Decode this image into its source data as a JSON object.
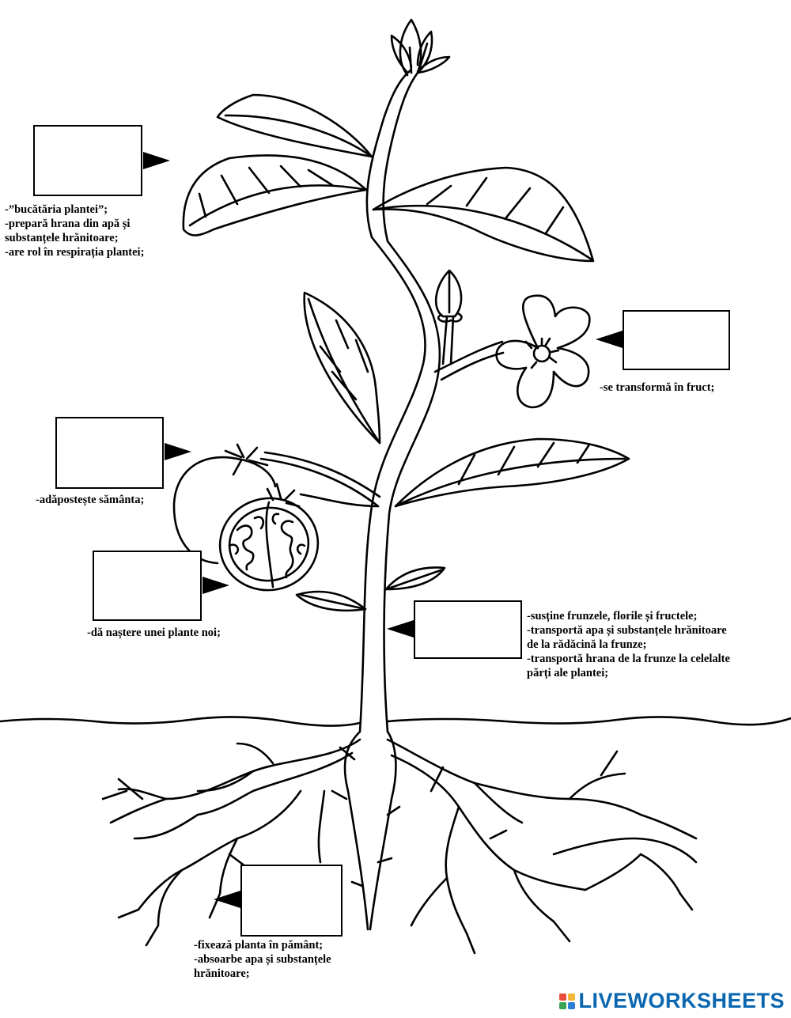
{
  "labels": {
    "leaf": [
      "-”bucătăria plantei”;",
      "-prepară hrana din apă și",
      "substanțele hrănitoare;",
      "-are rol în respirația plantei;"
    ],
    "flower": [
      "-se transformă în fruct;"
    ],
    "fruit": [
      "-adăpostește sământa;"
    ],
    "seed": [
      "-dă naștere unei plante noi;"
    ],
    "stem": [
      "-susține frunzele, florile și fructele;",
      "-transportă apa și substanțele hrănitoare",
      "de la rădăcină la frunze;",
      "-transportă hrana de la frunze la celelalte",
      "părți ale plantei;"
    ],
    "root": [
      "-fixează planta în pământ;",
      "-absoarbe apa și substanțele",
      "hrănitoare;"
    ]
  },
  "logo": {
    "text": "LIVEWORKSHEETS",
    "colors": [
      "#e94e3c",
      "#f2b632",
      "#3aa655",
      "#2a7fd4"
    ]
  }
}
